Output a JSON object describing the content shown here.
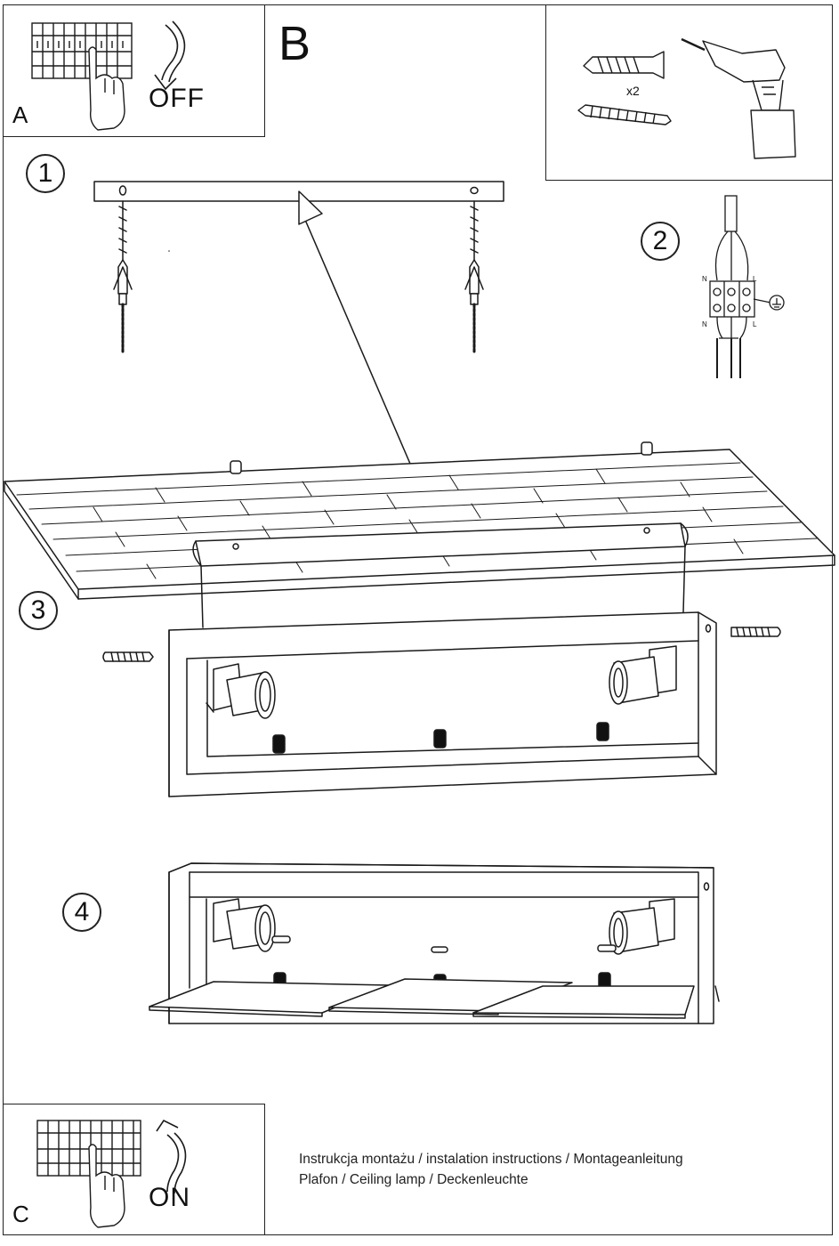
{
  "panel_a": {
    "letter": "A",
    "state": "OFF"
  },
  "panel_c": {
    "letter": "C",
    "state": "ON"
  },
  "section_label": "B",
  "tools": {
    "quantity": "x2"
  },
  "steps": [
    "1",
    "2",
    "3",
    "4"
  ],
  "wiring_labels": {
    "neutral_top": "N",
    "live_top": "L",
    "neutral_bottom": "N",
    "live_bottom": "L"
  },
  "captions": {
    "line1": "Instrukcja montażu / instalation instructions / Montageanleitung",
    "line2": "Plafon / Ceiling lamp / Deckenleuchte"
  }
}
